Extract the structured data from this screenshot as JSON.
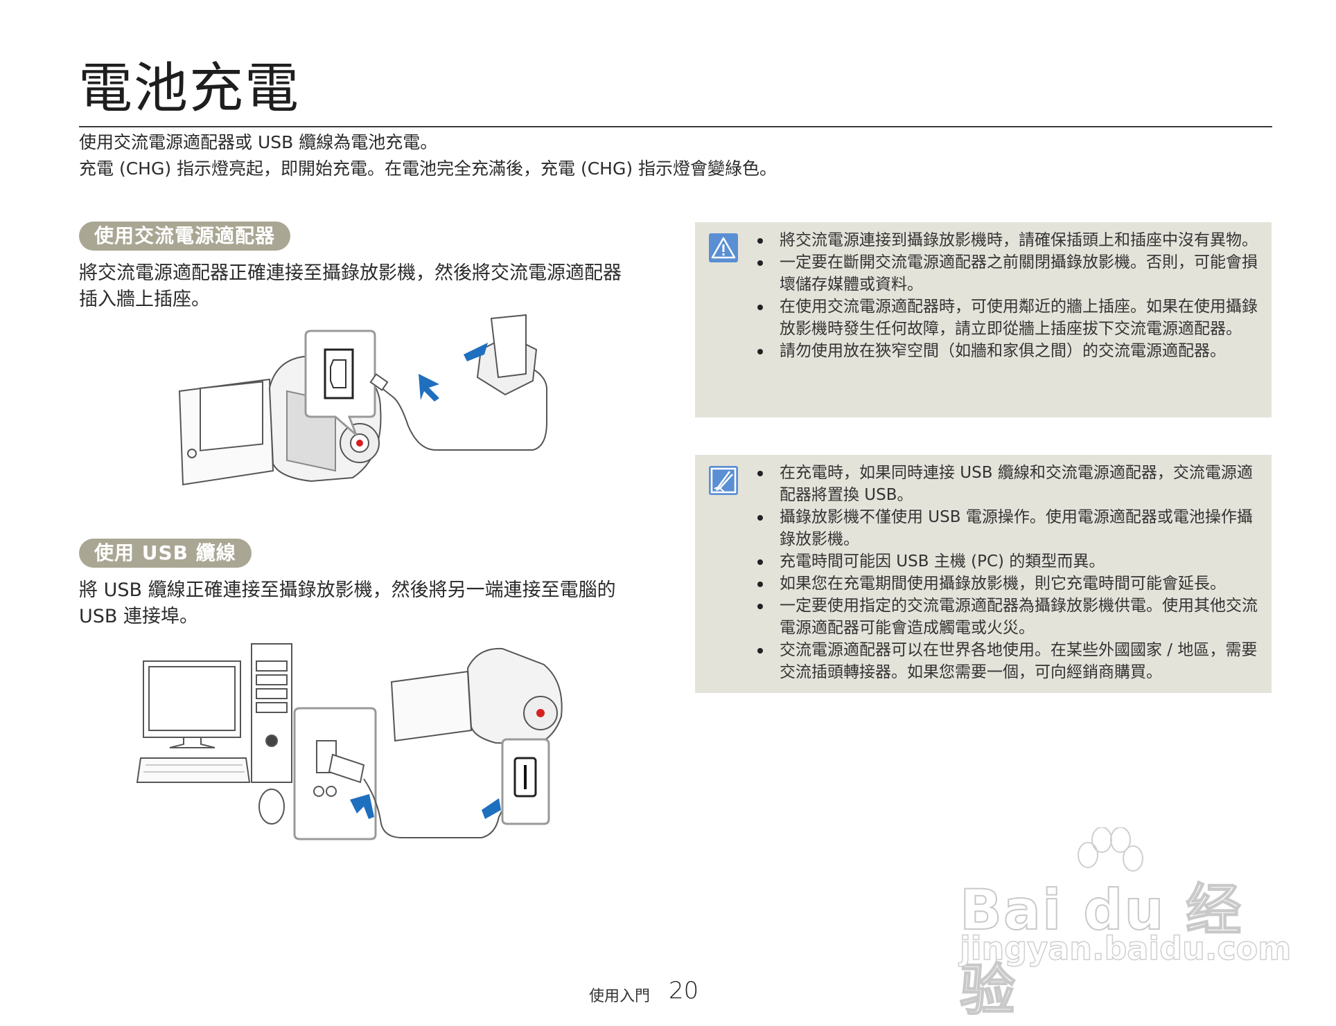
{
  "page": {
    "title": "電池充電",
    "intro": [
      "使用交流電源適配器或 USB 纜線為電池充電。",
      "充電 (CHG) 指示燈亮起，即開始充電。在電池完全充滿後，充電 (CHG) 指示燈會變綠色。"
    ]
  },
  "sections": [
    {
      "heading": "使用交流電源適配器",
      "body": [
        "將交流電源適配器正確連接至攝錄放影機，然後將交流電源適配器",
        "插入牆上插座。"
      ],
      "illustration": "camcorder-ac-adapter-wall-outlet"
    },
    {
      "heading": "使用 USB 纜線",
      "body": [
        "將 USB 纜線正確連接至攝錄放影機，然後將另一端連接至電腦的",
        "USB 連接埠。"
      ],
      "illustration": "pc-usb-cable-camcorder"
    }
  ],
  "warning": {
    "icon": "warning-triangle-icon",
    "items": [
      "將交流電源連接到攝錄放影機時，請確保插頭上和插座中沒有異物。",
      "一定要在斷開交流電源適配器之前關閉攝錄放影機。否則，可能會損壞儲存媒體或資料。",
      "在使用交流電源適配器時，可使用鄰近的牆上插座。如果在使用攝錄放影機時發生任何故障，請立即從牆上插座拔下交流電源適配器。",
      "請勿使用放在狹窄空間（如牆和家俱之間）的交流電源適配器。"
    ]
  },
  "note": {
    "icon": "note-pencil-icon",
    "items": [
      "在充電時，如果同時連接 USB 纜線和交流電源適配器，交流電源適配器將置換 USB。",
      "攝錄放影機不僅使用 USB 電源操作。使用電源適配器或電池操作攝錄放影機。",
      "充電時間可能因 USB 主機 (PC) 的類型而異。",
      "如果您在充電期間使用攝錄放影機，則它充電時間可能會延長。",
      "一定要使用指定的交流電源適配器為攝錄放影機供電。使用其他交流電源適配器可能會造成觸電或火災。",
      "交流電源適配器可以在世界各地使用。在某些外國國家 / 地區，需要交流插頭轉接器。如果您需要一個，可向經銷商購買。"
    ]
  },
  "footer": {
    "section": "使用入門",
    "page_number": "20"
  },
  "watermark": {
    "logo": "Bai du 经验",
    "url": "jingyan.baidu.com"
  },
  "colors": {
    "pill": "#a9a693",
    "box_bg": "#e4e3da",
    "icon_blue": "#5a8fd3",
    "arrow_blue": "#1f6fbf"
  }
}
